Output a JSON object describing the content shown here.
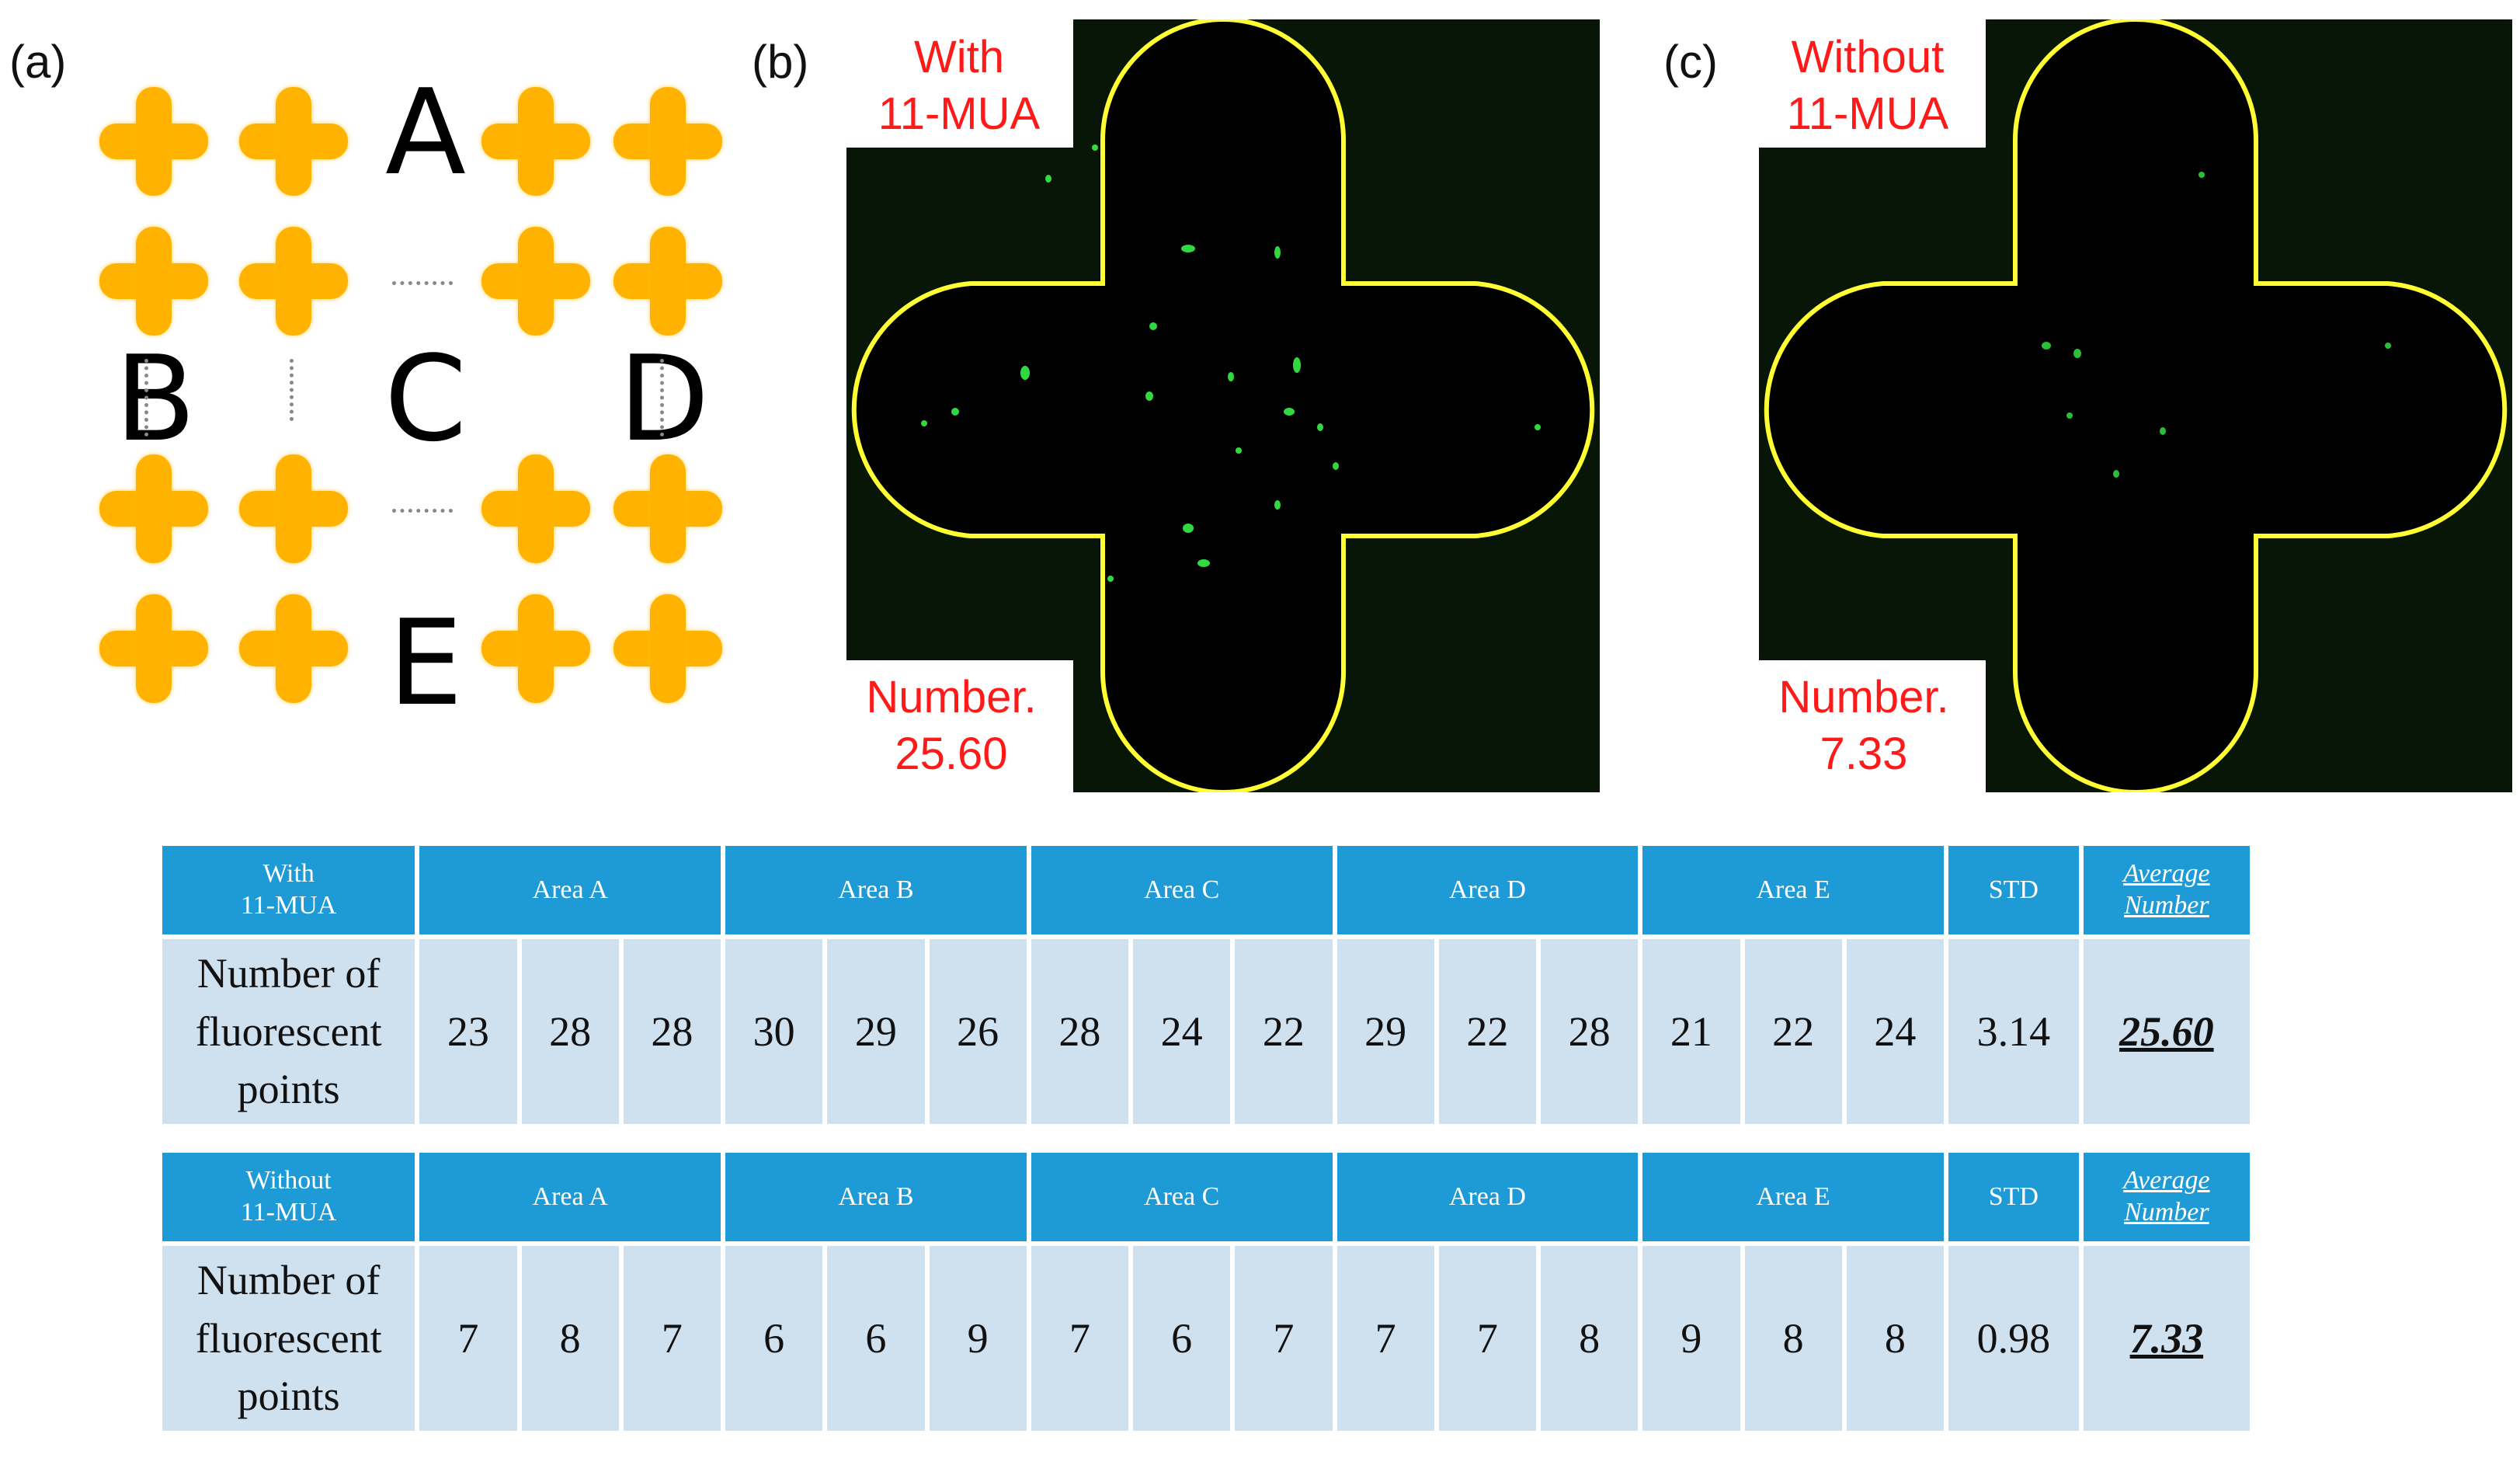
{
  "panels": {
    "a": {
      "label": "(a)",
      "letters": [
        "A",
        "B",
        "C",
        "D",
        "E"
      ]
    },
    "b": {
      "label": "(b)",
      "condition_lines": [
        "With",
        "11-MUA"
      ],
      "number_lines": [
        "Number.",
        "25.60"
      ]
    },
    "c": {
      "label": "(c)",
      "condition_lines": [
        "Without",
        "11-MUA"
      ],
      "number_lines": [
        "Number.",
        "7.33"
      ]
    }
  },
  "colors": {
    "cross": "#ffb300",
    "header": "#1e9ad6",
    "cell": "#cfe0ef",
    "annotation": "#ff1a1a",
    "outline": "#ffff33",
    "fluorescence": "#39ff4a"
  },
  "tables": [
    {
      "header_lines": [
        "With",
        "11-MUA"
      ],
      "areas": [
        "Area A",
        "Area B",
        "Area C",
        "Area D",
        "Area E"
      ],
      "std_label": "STD",
      "avg_lines": [
        "Average",
        "Number"
      ],
      "row_label_lines": [
        "Number of",
        "fluorescent",
        "points"
      ],
      "values": [
        "23",
        "28",
        "28",
        "30",
        "29",
        "26",
        "28",
        "24",
        "22",
        "29",
        "22",
        "28",
        "21",
        "22",
        "24"
      ],
      "std": "3.14",
      "average": "25.60"
    },
    {
      "header_lines": [
        "Without",
        "11-MUA"
      ],
      "areas": [
        "Area A",
        "Area B",
        "Area C",
        "Area D",
        "Area E"
      ],
      "std_label": "STD",
      "avg_lines": [
        "Average",
        "Number"
      ],
      "row_label_lines": [
        "Number of",
        "fluorescent",
        "points"
      ],
      "values": [
        "7",
        "8",
        "7",
        "6",
        "6",
        "9",
        "7",
        "6",
        "7",
        "7",
        "7",
        "8",
        "9",
        "8",
        "8"
      ],
      "std": "0.98",
      "average": "7.33"
    }
  ]
}
